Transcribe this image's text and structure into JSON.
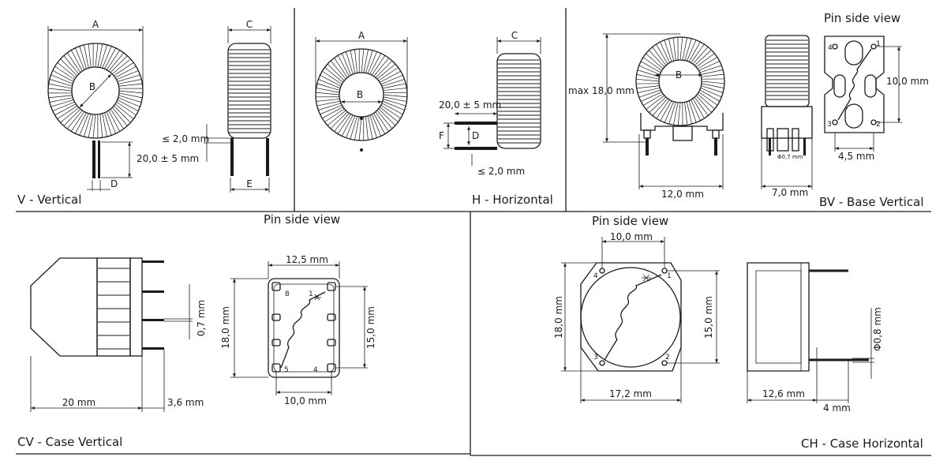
{
  "panels": {
    "v": {
      "title": "V - Vertical",
      "A": "A",
      "B": "B",
      "C": "C",
      "D": "D",
      "E": "E",
      "pin_gap": "≤ 2,0 mm",
      "lead_len": "20,0 ± 5 mm"
    },
    "h": {
      "title": "H - Horizontal",
      "A": "A",
      "B": "B",
      "C": "C",
      "D": "D",
      "F": "F",
      "lead_len": "20,0 ± 5 mm",
      "pin_gap": "≤ 2,0 mm"
    },
    "bv": {
      "title": "BV - Base Vertical",
      "pin_view": "Pin side view",
      "B": "B",
      "height": "max 18,0 mm",
      "width": "12,0 mm",
      "depth": "7,0 mm",
      "pin_dia": "Φ0,7 mm",
      "pitch_y": "10,0 mm",
      "pitch_x": "4,5 mm",
      "p1": "1",
      "p2": "2",
      "p3": "3",
      "p4": "4"
    },
    "cv": {
      "title": "CV - Case Vertical",
      "pin_view": "Pin side view",
      "length": "20 mm",
      "lead": "3,6 mm",
      "pin_dia": "0,7 mm",
      "top_w": "12,5 mm",
      "height": "18,0 mm",
      "pitch_y": "15,0 mm",
      "bottom_w": "10,0 mm",
      "p1": "1",
      "p4": "4",
      "p5": "5",
      "p8": "8"
    },
    "ch": {
      "title": "CH - Case Horizontal",
      "pin_view": "Pin side view",
      "top_w": "10,0 mm",
      "height": "18,0 mm",
      "pitch_y": "15,0 mm",
      "width": "17,2 mm",
      "depth": "12,6 mm",
      "lead": "4 mm",
      "pin_dia": "Φ0,8 mm",
      "p1": "1",
      "p2": "2",
      "p3": "3",
      "p4": "4"
    }
  }
}
